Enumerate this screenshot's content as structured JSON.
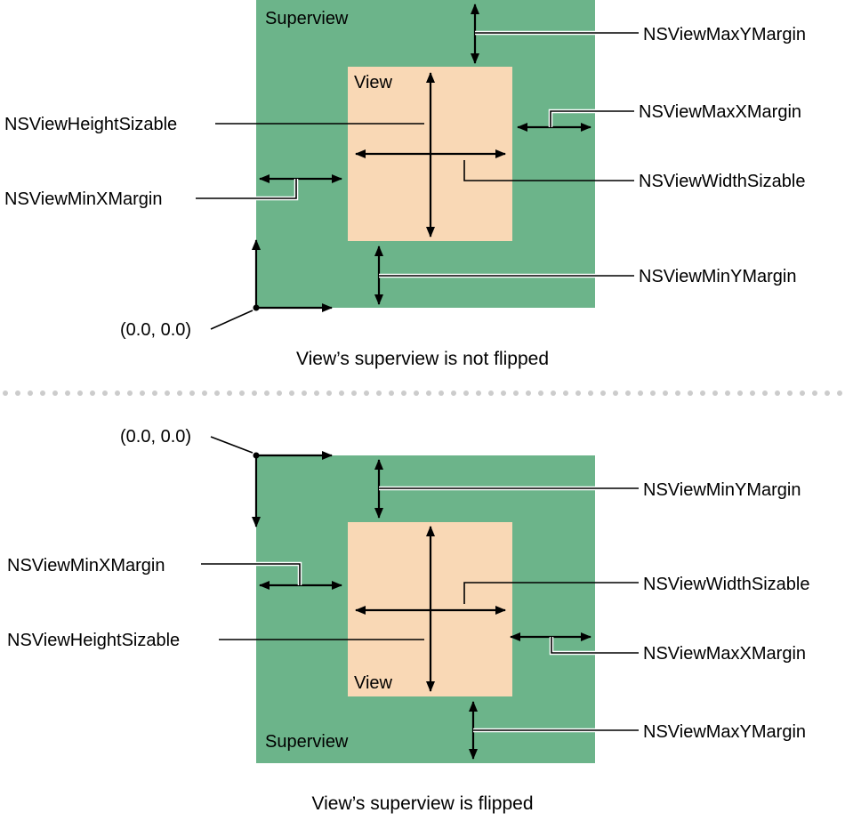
{
  "colors": {
    "superview": "#6cb48a",
    "view": "#f9d8b5",
    "separator": "#cccccc"
  },
  "top": {
    "superview_label": "Superview",
    "view_label": "View",
    "origin": "(0.0, 0.0)",
    "caption": "View’s superview is not flipped",
    "labels": {
      "max_y": "NSViewMaxYMargin",
      "max_x": "NSViewMaxXMargin",
      "width": "NSViewWidthSizable",
      "min_y": "NSViewMinYMargin",
      "height": "NSViewHeightSizable",
      "min_x": "NSViewMinXMargin"
    }
  },
  "bottom": {
    "superview_label": "Superview",
    "view_label": "View",
    "origin": "(0.0, 0.0)",
    "caption": "View’s superview is flipped",
    "labels": {
      "min_y": "NSViewMinYMargin",
      "min_x": "NSViewMinXMargin",
      "width": "NSViewWidthSizable",
      "height": "NSViewHeightSizable",
      "max_x": "NSViewMaxXMargin",
      "max_y": "NSViewMaxYMargin"
    }
  }
}
